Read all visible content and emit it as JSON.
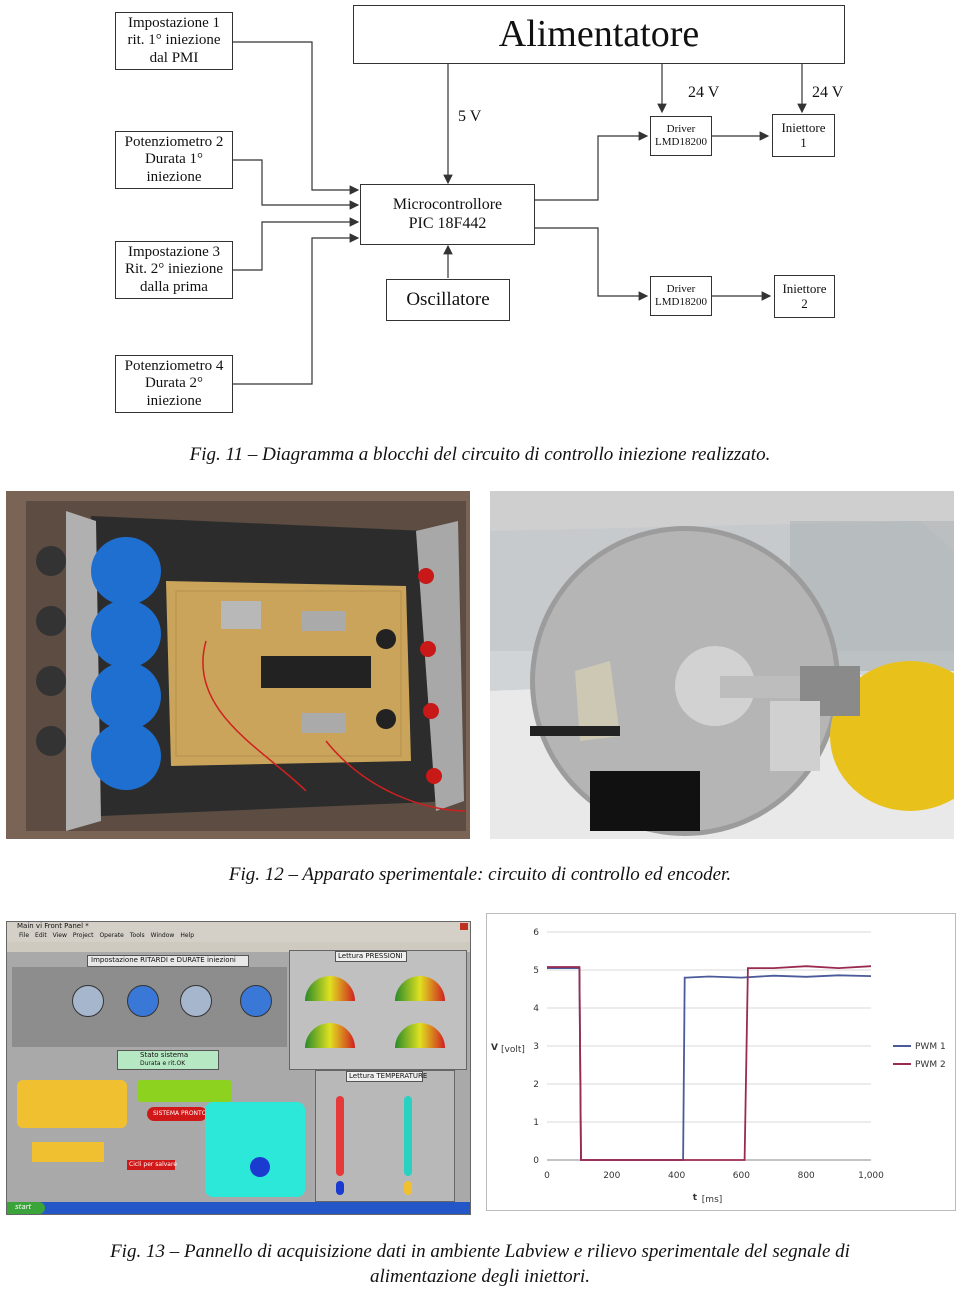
{
  "figure11": {
    "alimentatore": "Alimentatore",
    "imp1": [
      "Impostazione 1",
      "rit. 1° iniezione",
      "dal PMI"
    ],
    "pot2": [
      "Potenziometro 2",
      "Durata 1°",
      "iniezione"
    ],
    "imp3": [
      "Impostazione 3",
      "Rit. 2° iniezione",
      "dalla prima"
    ],
    "pot4": [
      "Potenziometro 4",
      "Durata 2°",
      "iniezione"
    ],
    "micro": [
      "Microcontrollore",
      "PIC 18F442"
    ],
    "osc": "Oscillatore",
    "v5": "5 V",
    "v24a": "24 V",
    "v24b": "24 V",
    "driver1": [
      "Driver",
      "LMD18200"
    ],
    "driver2": [
      "Driver",
      "LMD18200"
    ],
    "inj1": [
      "Iniettore",
      "1"
    ],
    "inj2": [
      "Iniettore",
      "2"
    ],
    "caption": "Fig. 11 – Diagramma a blocchi del circuito di controllo iniezione realizzato."
  },
  "figure12": {
    "caption": "Fig. 12 – Apparato sperimentale: circuito di controllo ed encoder."
  },
  "figure13": {
    "labview": {
      "window_title": "Main vi Front Panel *",
      "menu": [
        "File",
        "Edit",
        "View",
        "Project",
        "Operate",
        "Tools",
        "Window",
        "Help"
      ],
      "panel_ritardi": "Impostazione RITARDI e DURATE iniezioni",
      "panel_pressioni": "Lettura PRESSIONI",
      "panel_temperature": "Lettura TEMPERATURE",
      "stato_sistema": "Stato sistema",
      "stato_value": "Durata e rit.OK",
      "sistema_pronto": "SISTEMA PRONTO",
      "cicli": "Cicli per salvare",
      "taskbar_start": "start"
    },
    "chart_data": {
      "type": "line",
      "xlabel": "t",
      "xlabel_sub": "[ms]",
      "ylabel": "V",
      "ylabel_sub": "[volt]",
      "xlim": [
        0,
        1000
      ],
      "ylim": [
        0,
        6
      ],
      "x_ticks": [
        "0",
        "200",
        "400",
        "600",
        "800",
        "1,000"
      ],
      "y_ticks": [
        "0",
        "1",
        "2",
        "3",
        "4",
        "5",
        "6"
      ],
      "grid": true,
      "legend_position": "right",
      "series": [
        {
          "name": "PWM 1",
          "color": "#4a5a9a",
          "x": [
            0,
            100,
            105,
            115,
            420,
            425,
            430,
            500,
            600,
            700,
            800,
            900,
            1000
          ],
          "y": [
            5.05,
            5.05,
            0.0,
            0.0,
            0.0,
            4.8,
            4.8,
            4.83,
            4.8,
            4.85,
            4.82,
            4.86,
            4.84
          ]
        },
        {
          "name": "PWM 2",
          "color": "#9a2a50",
          "x": [
            0,
            100,
            105,
            115,
            590,
            610,
            620,
            700,
            800,
            900,
            1000
          ],
          "y": [
            5.08,
            5.08,
            0.0,
            0.0,
            0.0,
            0.0,
            5.05,
            5.05,
            5.1,
            5.05,
            5.1
          ]
        }
      ]
    },
    "caption_line1": "Fig. 13 – Pannello di acquisizione dati in ambiente Labview e rilievo sperimentale del segnale di",
    "caption_line2": "alimentazione degli iniettori."
  }
}
